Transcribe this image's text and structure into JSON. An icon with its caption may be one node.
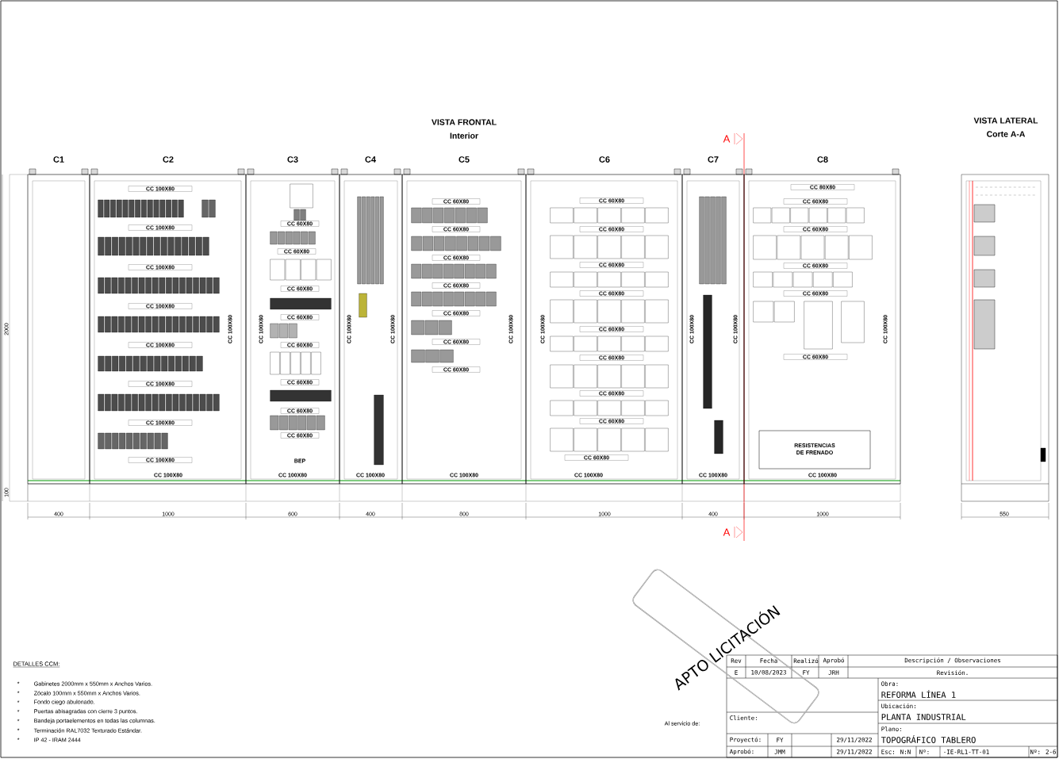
{
  "diagram": {
    "nodes": [
      {
        "text": [
          "C1"
        ]
      },
      {
        "text": [
          "C2",
          "CC 100X80",
          "CC 100X80",
          "CC 100X80",
          "CC 100X80",
          "CC 100X80",
          "CC 100X80",
          "CC 100X80",
          "CC 100X80",
          "CC 100X80",
          "CC 100X80"
        ]
      },
      {
        "text": [
          "C3",
          "CC 60X80",
          "CC 60X80",
          "CC 60X80",
          "CC 60X80",
          "CC 60X80",
          "CC 60X80",
          "CC 60X80",
          "CC 60X80",
          "BEP",
          "CC 100X80",
          "CC 100X80"
        ]
      },
      {
        "text": [
          "C4",
          "CC 100X80",
          "CC 100X80",
          "CC 100X80"
        ]
      },
      {
        "text": [
          "C5",
          "CC 60X80",
          "CC 60X80",
          "CC 60X80",
          "CC 60X80",
          "CC 60X80",
          "CC 60X80",
          "CC 60X80",
          "CC 100X80",
          "CC 100X80"
        ]
      },
      {
        "text": [
          "C6",
          "CC 60X80",
          "CC 60X80",
          "CC 60X80",
          "CC 60X80",
          "CC 60X80",
          "CC 60X80",
          "CC 60X80",
          "CC 60X80",
          "CC 60X80",
          "CC 100X80",
          "CC 100X80"
        ]
      },
      {
        "text": [
          "C7",
          "CC 100X80",
          "CC 100X80",
          "CC 100X80"
        ]
      },
      {
        "text": [
          "C8",
          "CC 80X80",
          "CC 60X80",
          "CC 60X80",
          "CC 60X80",
          "CC 60X80",
          "CC 60X80",
          "CC 100X80",
          "CC 100X80"
        ]
      },
      {
        "text": [
          "RESISTENCIAS DE FRENADO"
        ],
        "in": 7
      }
    ],
    "labels": [
      "VISTA FRONTAL",
      "Interior",
      "A",
      "VISTA LATERAL",
      "Corte A-A",
      "2000",
      "100",
      "400",
      "1000",
      "600",
      "400",
      "800",
      "1000",
      "400",
      "1000",
      "550",
      "A",
      "DETALLES CCM:",
      "*",
      "Gabinetes 2000mm x 550mm x Anchos Varios.",
      "*",
      "Zócalo 100mm x 550mm x Anchos Varios.",
      "*",
      "Fondo ciego abulonado.",
      "*",
      "Puertas abisagradas con cierre 3 puntos.",
      "*",
      "Bandeja portaelementos en todas las columnas.",
      "*",
      "Terminación RAL7032 Texturado Estándar.",
      "*",
      "IP 42 - IRAM 2444",
      "APTO LICITACIÓN",
      "Al servicio de:",
      "Rev",
      "Fecha",
      "Realizó",
      "Aprobó",
      "Descripción / Observaciones",
      "E",
      "10/08/2023",
      "FY",
      "JRH",
      "Revisión.",
      "Obra:",
      "REFORMA LÍNEA 1",
      "Ubicación:",
      "Cliente:",
      "PLANTA INDUSTRIAL",
      "Plano:",
      "Proyectó:",
      "FY",
      "29/11/2022",
      "TOPOGRÁFICO TABLERO",
      "Aprobó:",
      "JMM",
      "29/11/2022",
      "Esc: N:N",
      "Nº:",
      "-IE-RL1-TT-01",
      "Nº: 2-6"
    ]
  }
}
